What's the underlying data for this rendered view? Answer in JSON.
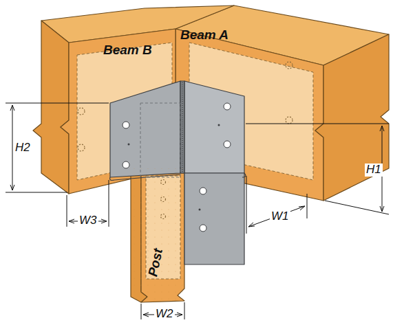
{
  "diagram": {
    "nodes": [
      {
        "text": [
          "Beam B"
        ]
      },
      {
        "text": [
          "Beam A"
        ]
      },
      {
        "text": [
          "Post"
        ]
      }
    ],
    "labels": [
      "H2",
      "H1",
      "W3",
      "W1",
      "W2"
    ]
  }
}
